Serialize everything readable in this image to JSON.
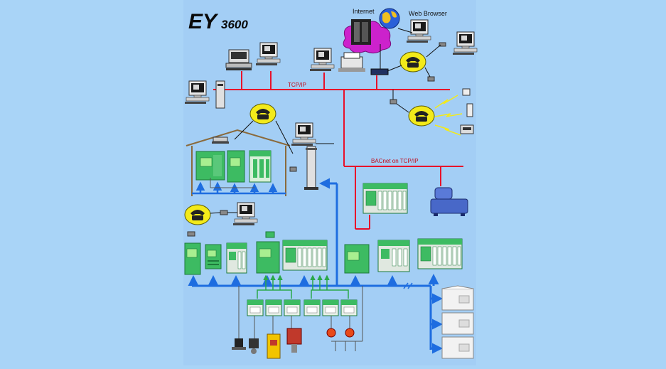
{
  "diagram": {
    "logo_text": "EY",
    "logo_model": "3600",
    "labels": {
      "internet": "Internet",
      "web_browser": "Web Browser",
      "tcpip": "TCP/IP",
      "bacnet": "BACnet on TCP/IP"
    },
    "colors": {
      "canvas": "#aad4f8",
      "backdrop": "#a3cef5",
      "ip_network": "#e8102a",
      "field_bus": "#1e6de0",
      "io_link": "#2aa84a",
      "controller": "#38b060",
      "controller_dark": "#1d7a3b",
      "phone_disc": "#f3ea1a",
      "house": "#8a6a3c"
    },
    "icons": [
      "logo-icon",
      "internet-server-icon",
      "globe-icon",
      "web-browser-pc-icon",
      "workstation-icon",
      "laptop-icon",
      "printer-icon",
      "modem-icon",
      "phone-icon",
      "pager-icon",
      "tower-pc-icon",
      "chiller-icon",
      "controller-icon",
      "io-module-icon",
      "actuator-icon",
      "room-unit-icon"
    ]
  }
}
